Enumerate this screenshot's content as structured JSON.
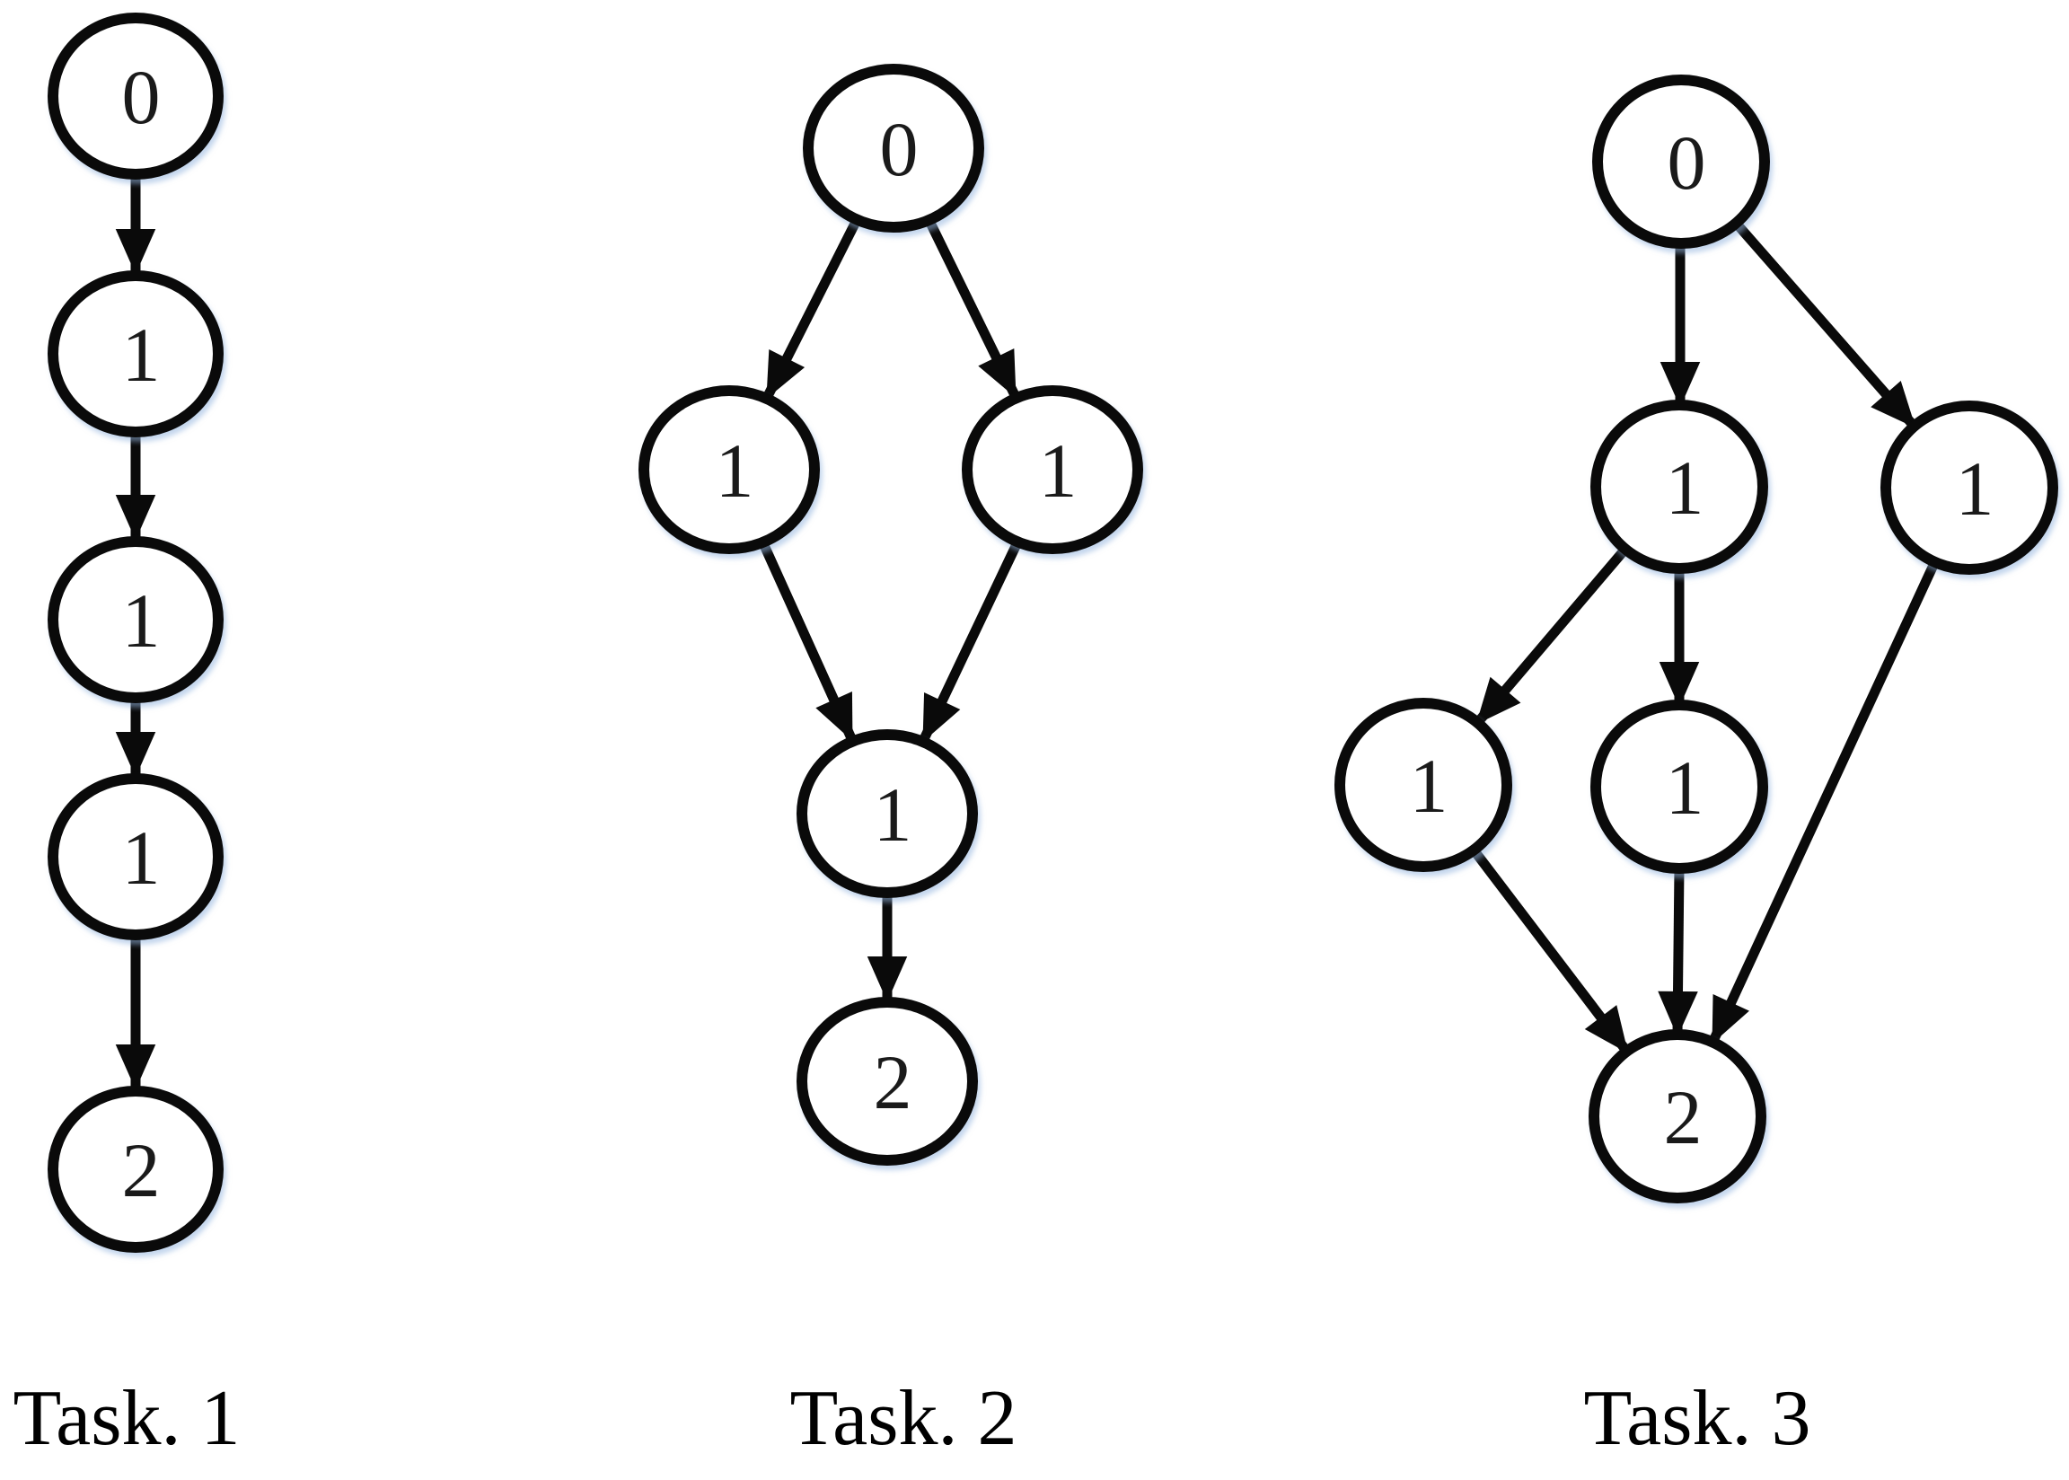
{
  "figure": {
    "description": "Three task DAG diagrams with numbered nodes",
    "colors": {
      "background": "#ffffff",
      "node_fill": "#ffffff",
      "stroke": "#0a0a0a",
      "glow": "#94b5de"
    }
  },
  "tasks": [
    {
      "caption": "Task. 1",
      "structure": "chain",
      "nodes": [
        {
          "label": "0"
        },
        {
          "label": "1"
        },
        {
          "label": "1"
        },
        {
          "label": "1"
        },
        {
          "label": "2"
        }
      ],
      "edges": [
        "0->1",
        "1->2",
        "2->3",
        "3->4"
      ]
    },
    {
      "caption": "Task. 2",
      "structure": "diamond",
      "nodes": [
        {
          "label": "0"
        },
        {
          "label": "1"
        },
        {
          "label": "1"
        },
        {
          "label": "1"
        },
        {
          "label": "2"
        }
      ],
      "edges": [
        "0->1",
        "0->2",
        "1->3",
        "2->3",
        "3->4"
      ]
    },
    {
      "caption": "Task. 3",
      "structure": "multi-branch",
      "nodes": [
        {
          "label": "0"
        },
        {
          "label": "1"
        },
        {
          "label": "1"
        },
        {
          "label": "1"
        },
        {
          "label": "1"
        },
        {
          "label": "2"
        }
      ],
      "edges": [
        "0->1",
        "0->2",
        "1->3",
        "1->4",
        "3->5",
        "4->5",
        "2->5"
      ]
    }
  ]
}
